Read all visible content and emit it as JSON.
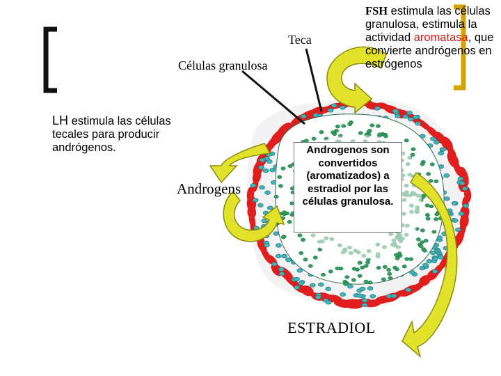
{
  "labels": {
    "teca": "Teca",
    "celulas_granulosa": "Células granulosa",
    "androgens": "Androgens",
    "estradiol": "ESTRADIOL"
  },
  "fsh_note": {
    "prefix": "FSH",
    "part1": " estimula las células granulosa, estimula la actividad ",
    "highlight": "aromatasa",
    "part2": ", que convierte andrógenos en estrógenos"
  },
  "lh_note": {
    "prefix": "LH",
    "text": " estimula las células tecales para producir andrógenos."
  },
  "center_note": "Androgenos son convertidos (aromatizados) a estradiol por las células granulosa.",
  "colors": {
    "arrow_fill": "#e2e22a",
    "arrow_stroke": "#8a8a10",
    "theca_red": "#e01e1e",
    "cell_cyan": "#3fb3b8",
    "granulosa_green": "#2fa060",
    "bracket_black": "#111111",
    "bracket_gold": "#d6a400",
    "highlight_red": "#d41616"
  }
}
